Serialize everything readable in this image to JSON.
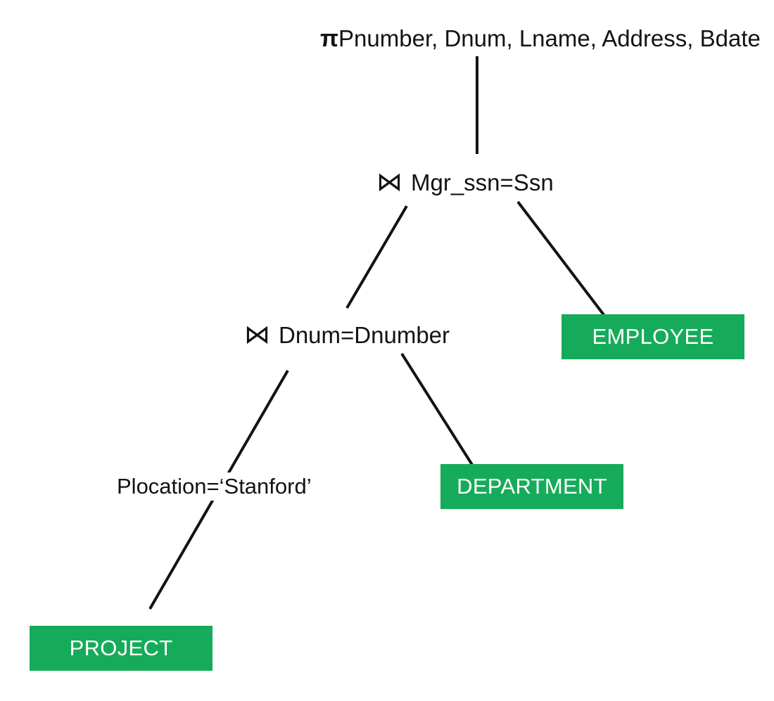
{
  "diagram": {
    "type": "relational-algebra-query-tree",
    "title": "",
    "background_color": "#ffffff",
    "line_color": "#131313",
    "text_color": "#131313",
    "relation_fill_color": "#16AB5A",
    "relation_text_color": "#ffffff"
  },
  "nodes": {
    "projection": {
      "symbol": "π",
      "icon": "pi-projection-icon",
      "attributes": "Pnumber, Dnum, Lname, Address, Bdate",
      "full_label": "πPnumber, Dnum, Lname, Address, Bdate"
    },
    "join_top": {
      "symbol": "⋈",
      "icon": "bowtie-join-icon",
      "condition": "Mgr_ssn=Ssn",
      "full_label": "⋈ Mgr_ssn=Ssn"
    },
    "join_bottom": {
      "symbol": "⋈",
      "icon": "bowtie-join-icon",
      "condition": "Dnum=Dnumber",
      "full_label": "⋈ Dnum=Dnumber"
    },
    "selection_edge_label": {
      "condition": "Plocation=‘Stanford’"
    }
  },
  "relations": [
    {
      "name": "EMPLOYEE"
    },
    {
      "name": "DEPARTMENT"
    },
    {
      "name": "PROJECT"
    }
  ],
  "edges": [
    {
      "from": "projection",
      "to": "join_top"
    },
    {
      "from": "join_top",
      "to": "join_bottom"
    },
    {
      "from": "join_top",
      "to": "EMPLOYEE"
    },
    {
      "from": "join_bottom",
      "to": "PROJECT",
      "label": "Plocation=‘Stanford’"
    },
    {
      "from": "join_bottom",
      "to": "DEPARTMENT"
    }
  ]
}
